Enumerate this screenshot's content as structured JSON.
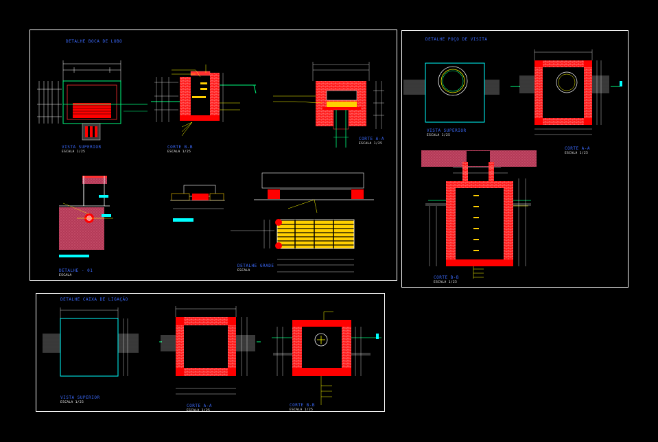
{
  "sheet_a": {
    "title": "DETALHE BOCA DE LOBO",
    "views": [
      {
        "title": "VISTA SUPERIOR",
        "scale": "ESCALA 1/25"
      },
      {
        "title": "CORTE B-B",
        "scale": "ESCALA 1/25"
      },
      {
        "title": "CORTE A-A",
        "scale": "ESCALA 1/25"
      },
      {
        "title": "DETALHE - 01",
        "scale": "ESCALA"
      },
      {
        "title": "DETALHE GRADE",
        "scale": "ESCALA"
      }
    ]
  },
  "sheet_b": {
    "title": "DETALHE POÇO DE VISITA",
    "views": [
      {
        "title": "VISTA SUPERIOR",
        "scale": "ESCALA 1/25"
      },
      {
        "title": "CORTE A-A",
        "scale": "ESCALA 1/25"
      },
      {
        "title": "CORTE B-B",
        "scale": "ESCALA 1/25"
      }
    ]
  },
  "sheet_c": {
    "title": "DETALHE CAIXA DE LIGAÇÃO",
    "views": [
      {
        "title": "VISTA SUPERIOR",
        "scale": "ESCALA 1/25"
      },
      {
        "title": "CORTE A-A",
        "scale": "ESCALA 1/25"
      },
      {
        "title": "CORTE B-B",
        "scale": "ESCALA 1/25"
      }
    ]
  },
  "colors": {
    "background": "#000000",
    "frame": "#ffffff",
    "title_text": "#3c6bff",
    "masonry": "#ff0000",
    "dimension": "#ffffff",
    "leader": "#ffff00",
    "pipe": "#00ff80",
    "cover": "#00ffff",
    "soil": "#c83250"
  }
}
